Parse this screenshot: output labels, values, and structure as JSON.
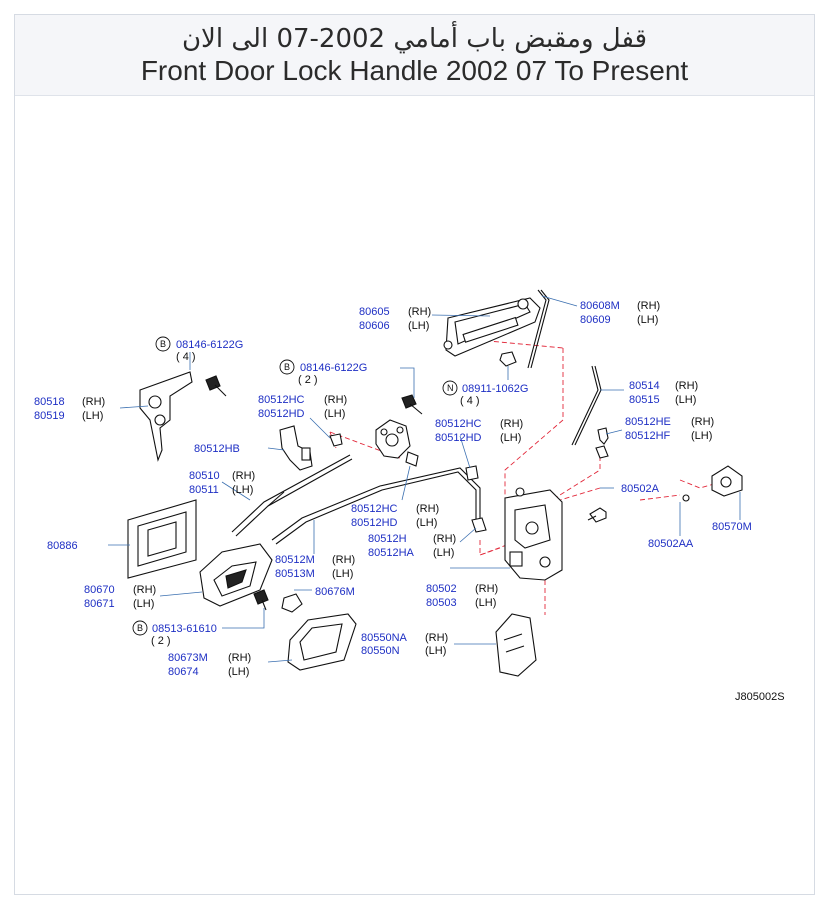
{
  "header": {
    "title_ar": "قفل ومقبض باب أمامي 2002-07 الى الان",
    "title_en": "Front Door Lock Handle 2002 07 To Present"
  },
  "diagram_code": "J805002S",
  "callouts": {
    "c80605": {
      "pn": "80605",
      "side": "(RH)"
    },
    "c80606": {
      "pn": "80606",
      "side": "(LH)"
    },
    "c80608M": {
      "pn": "80608M",
      "side": "(RH)"
    },
    "c80609": {
      "pn": "80609",
      "side": "(LH)"
    },
    "bolt1": {
      "prefix": "B",
      "pn": "08146-6122G",
      "qty": "( 4 )"
    },
    "bolt2": {
      "prefix": "B",
      "pn": "08146-6122G",
      "qty": "( 2 )"
    },
    "nut1": {
      "prefix": "N",
      "pn": "08911-1062G",
      "qty": "( 4 )"
    },
    "bolt3": {
      "prefix": "B",
      "pn": "08513-61610",
      "qty": "( 2 )"
    },
    "c80518": {
      "pn": "80518",
      "side": "(RH)"
    },
    "c80519": {
      "pn": "80519",
      "side": "(LH)"
    },
    "c80512HC_a": {
      "pn": "80512HC",
      "side": "(RH)"
    },
    "c80512HD_a": {
      "pn": "80512HD",
      "side": "(LH)"
    },
    "c80512HC_b": {
      "pn": "80512HC",
      "side": "(RH)"
    },
    "c80512HD_b": {
      "pn": "80512HD",
      "side": "(LH)"
    },
    "c80512HB": {
      "pn": "80512HB"
    },
    "c80514": {
      "pn": "80514",
      "side": "(RH)"
    },
    "c80515": {
      "pn": "80515",
      "side": "(LH)"
    },
    "c80512HE": {
      "pn": "80512HE",
      "side": "(RH)"
    },
    "c80512HF": {
      "pn": "80512HF",
      "side": "(LH)"
    },
    "c80510": {
      "pn": "80510",
      "side": "(RH)"
    },
    "c80511": {
      "pn": "80511",
      "side": "(LH)"
    },
    "c80502A": {
      "pn": "80502A"
    },
    "c80512HC_c": {
      "pn": "80512HC",
      "side": "(RH)"
    },
    "c80512HD_c": {
      "pn": "80512HD",
      "side": "(LH)"
    },
    "c80512H": {
      "pn": "80512H",
      "side": "(RH)"
    },
    "c80512HA": {
      "pn": "80512HA",
      "side": "(LH)"
    },
    "c80886": {
      "pn": "80886"
    },
    "c80512M": {
      "pn": "80512M",
      "side": "(RH)"
    },
    "c80513M": {
      "pn": "80513M",
      "side": "(LH)"
    },
    "c80502AA": {
      "pn": "80502AA"
    },
    "c80570M": {
      "pn": "80570M"
    },
    "c80670": {
      "pn": "80670",
      "side": "(RH)"
    },
    "c80671": {
      "pn": "80671",
      "side": "(LH)"
    },
    "c80676M": {
      "pn": "80676M"
    },
    "c80502": {
      "pn": "80502",
      "side": "(RH)"
    },
    "c80503": {
      "pn": "80503",
      "side": "(LH)"
    },
    "c80550NA": {
      "pn": "80550NA",
      "side": "(RH)"
    },
    "c80550N": {
      "pn": "80550N",
      "side": "(LH)"
    },
    "c80673M": {
      "pn": "80673M",
      "side": "(RH)"
    },
    "c80674": {
      "pn": "80674",
      "side": "(LH)"
    }
  }
}
